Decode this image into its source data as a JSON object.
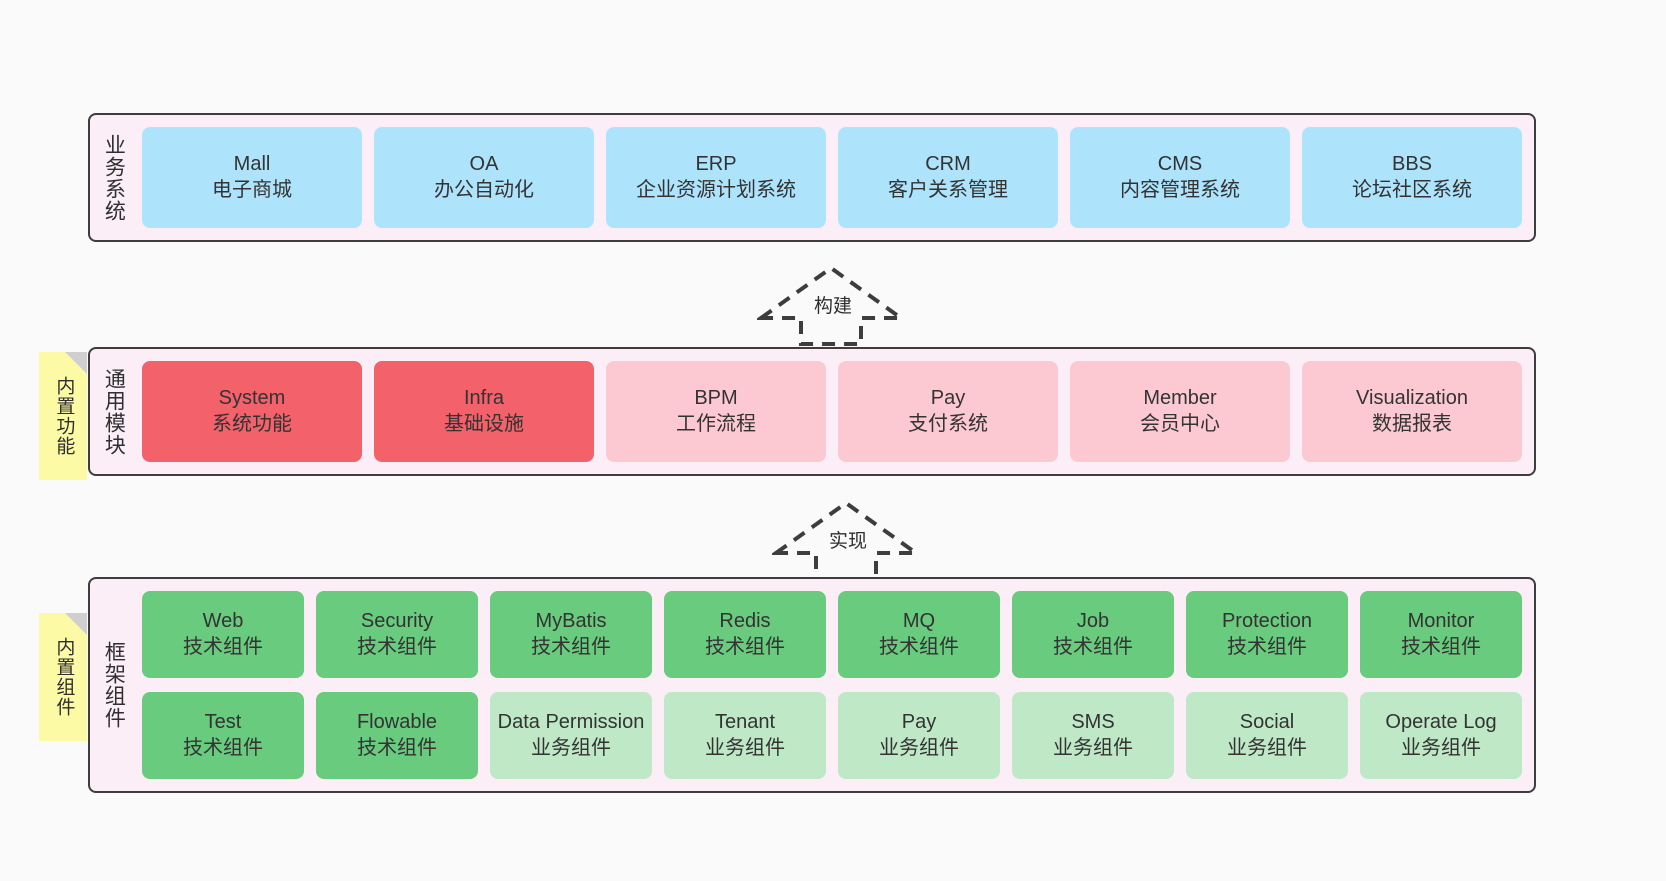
{
  "diagram": {
    "background": "#fafafa",
    "panel_fill": "#fbeef7",
    "panel_border": "#3d3d3d",
    "note_fill": "#fcfaa5",
    "colors": {
      "business": "#ade3fb",
      "module_primary": "#f3616b",
      "module_secondary": "#fcc9d2",
      "tech_component": "#69cb7d",
      "business_component": "#bfe8c7"
    }
  },
  "layers": {
    "business": {
      "title": "业务系统",
      "cards": [
        {
          "en": "Mall",
          "cn": "电子商城"
        },
        {
          "en": "OA",
          "cn": "办公自动化"
        },
        {
          "en": "ERP",
          "cn": "企业资源计划系统"
        },
        {
          "en": "CRM",
          "cn": "客户关系管理"
        },
        {
          "en": "CMS",
          "cn": "内容管理系统"
        },
        {
          "en": "BBS",
          "cn": "论坛社区系统"
        }
      ]
    },
    "module": {
      "title": "通用模块",
      "note": "内置功能",
      "cards": [
        {
          "en": "System",
          "cn": "系统功能",
          "style": "primary"
        },
        {
          "en": "Infra",
          "cn": "基础设施",
          "style": "primary"
        },
        {
          "en": "BPM",
          "cn": "工作流程",
          "style": "secondary"
        },
        {
          "en": "Pay",
          "cn": "支付系统",
          "style": "secondary"
        },
        {
          "en": "Member",
          "cn": "会员中心",
          "style": "secondary"
        },
        {
          "en": "Visualization",
          "cn": "数据报表",
          "style": "secondary"
        }
      ]
    },
    "framework": {
      "title": "框架组件",
      "note": "内置组件",
      "row1": [
        {
          "en": "Web",
          "cn": "技术组件",
          "style": "tech"
        },
        {
          "en": "Security",
          "cn": "技术组件",
          "style": "tech"
        },
        {
          "en": "MyBatis",
          "cn": "技术组件",
          "style": "tech"
        },
        {
          "en": "Redis",
          "cn": "技术组件",
          "style": "tech"
        },
        {
          "en": "MQ",
          "cn": "技术组件",
          "style": "tech"
        },
        {
          "en": "Job",
          "cn": "技术组件",
          "style": "tech"
        },
        {
          "en": "Protection",
          "cn": "技术组件",
          "style": "tech"
        },
        {
          "en": "Monitor",
          "cn": "技术组件",
          "style": "tech"
        }
      ],
      "row2": [
        {
          "en": "Test",
          "cn": "技术组件",
          "style": "tech"
        },
        {
          "en": "Flowable",
          "cn": "技术组件",
          "style": "tech"
        },
        {
          "en": "Data Permission",
          "cn": "业务组件",
          "style": "biz",
          "wrap": true
        },
        {
          "en": "Tenant",
          "cn": "业务组件",
          "style": "biz"
        },
        {
          "en": "Pay",
          "cn": "业务组件",
          "style": "biz"
        },
        {
          "en": "SMS",
          "cn": "业务组件",
          "style": "biz"
        },
        {
          "en": "Social",
          "cn": "业务组件",
          "style": "biz"
        },
        {
          "en": "Operate Log",
          "cn": "业务组件",
          "style": "biz"
        }
      ]
    }
  },
  "connectors": [
    {
      "label": "构建"
    },
    {
      "label": "实现"
    }
  ]
}
